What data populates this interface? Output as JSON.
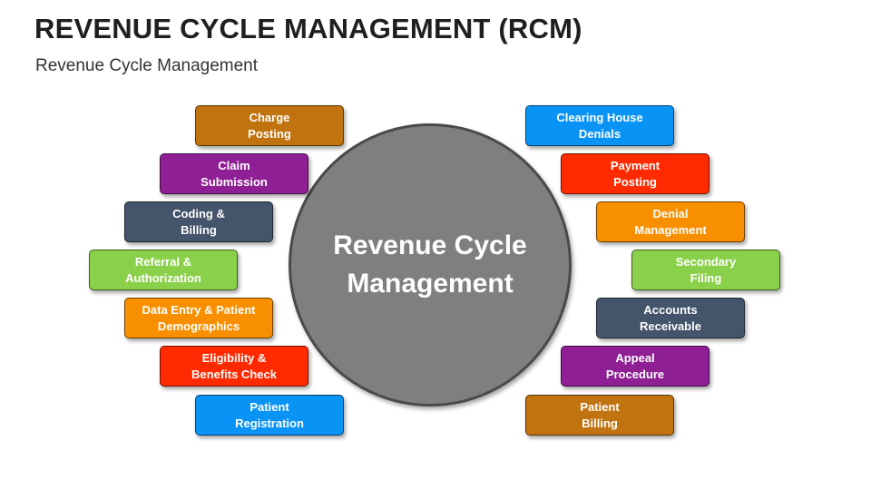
{
  "title": "REVENUE CYCLE MANAGEMENT (RCM)",
  "subtitle": "Revenue Cycle Management",
  "center": {
    "label": "Revenue Cycle\nManagement",
    "color": "#7f7f7f"
  },
  "left_items": [
    {
      "label": "Charge\nPosting",
      "color": "#c0730f"
    },
    {
      "label": "Claim\nSubmission",
      "color": "#8f1f94"
    },
    {
      "label": "Coding &\nBilling",
      "color": "#44546a"
    },
    {
      "label": "Referral &\nAuthorization",
      "color": "#8bd04a"
    },
    {
      "label": "Data Entry & Patient\nDemographics",
      "color": "#f88f00"
    },
    {
      "label": "Eligibility &\nBenefits Check",
      "color": "#ff2a00"
    },
    {
      "label": "Patient\nRegistration",
      "color": "#0893f5"
    }
  ],
  "right_items": [
    {
      "label": "Clearing House\nDenials",
      "color": "#0893f5"
    },
    {
      "label": "Payment\nPosting",
      "color": "#ff2a00"
    },
    {
      "label": "Denial\nManagement",
      "color": "#f88f00"
    },
    {
      "label": "Secondary\nFiling",
      "color": "#8bd04a"
    },
    {
      "label": "Accounts\nReceivable",
      "color": "#44546a"
    },
    {
      "label": "Appeal\nProcedure",
      "color": "#8f1f94"
    },
    {
      "label": "Patient\nBilling",
      "color": "#c0730f"
    }
  ]
}
